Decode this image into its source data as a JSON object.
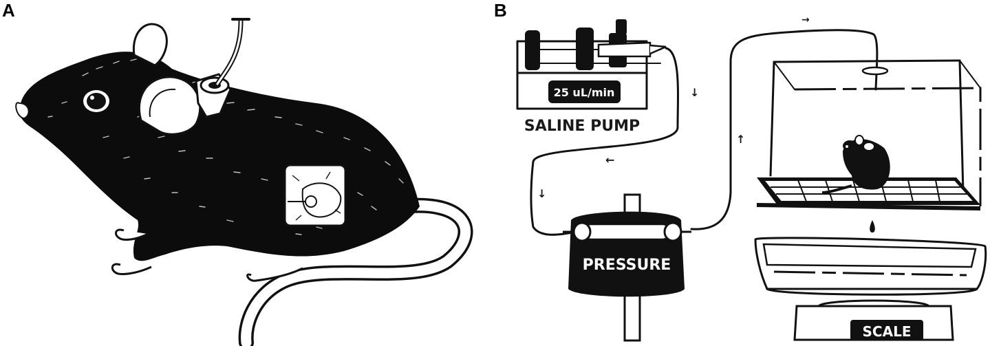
{
  "panels": {
    "a": {
      "letter": "A"
    },
    "b": {
      "letter": "B",
      "pump_rate": "25 uL/min",
      "pump_label": "SALINE PUMP",
      "pressure_label": "PRESSURE",
      "scale_label": "SCALE"
    }
  },
  "colors": {
    "ink": "#111111",
    "paper": "#ffffff"
  }
}
